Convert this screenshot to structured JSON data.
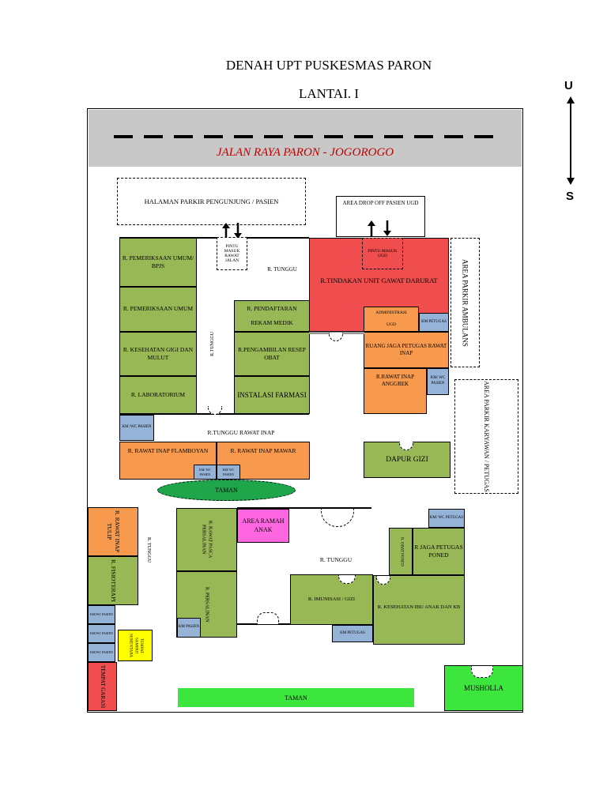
{
  "title": "DENAH UPT PUSKESMAS PARON",
  "subtitle": "LANTAI. I",
  "compass": {
    "north": "U",
    "south": "S"
  },
  "road": "JALAN RAYA PARON - JOGOROGO",
  "areas": {
    "parking_visitor": "HALAMAN PARKIR PENGUNJUNG / PASIEN",
    "drop_off": "AREA DROP OFF PASIEN UGD",
    "entrance_outpatient": "PINTU MASUK RAWAT JALAN",
    "entrance_ugd": "PINTU MASUK UGD",
    "parking_ambulance": "AREA PARKIR AMBULANS",
    "parking_staff": "AREA PARKIR KARYAWAN / PETUGAS"
  },
  "rooms": {
    "umum_bpjs": "R. PEMERIKSAAN UMUM/ BPJS",
    "umum": "R. PEMERIKSAAN UMUM",
    "gigi": "R. KESEHATAN GIGI DAN MULUT",
    "lab": "R. LABORATORIUM",
    "tunggu1": "R. TUNGGU",
    "tunggu_vert": "R.TUNGGU",
    "pendaftaran": "R. PENDAFTARAN",
    "rekam_medik": "REKAM MEDIK",
    "resep": "R.PENGAMBILAN RESEP OBAT",
    "farmasi": "INSTALASI FARMASI",
    "ugd": "R.TINDAKAN UNIT GAWAT DARURAT",
    "administrasi": "ADMINISTRASI",
    "ugd_label": "UGD",
    "km_petugas": "KM PETUGAS",
    "jaga_inap": "RUANG JAGA PETUGAS RAWAT INAP",
    "anggrek": "R.RAWAT INAP ANGGREK",
    "km_pasien": "KM/ WC PASIEN",
    "km_wc_pasien": "KM /WC PASIEN",
    "tunggu_inap": "R.TUNGGU RAWAT INAP",
    "flamboyan": "R. RAWAT INAP FLAMBOYAN",
    "mawar": "R. RAWAT INAP MAWAR",
    "km_wc_pasien_small": "KM/ WC PASIEN",
    "dapur": "DAPUR GIZI",
    "taman1": "TAMAN",
    "tulip": "R. RAWAT INAP TULIP",
    "fisioterapi": "R. FISIOTERAPI",
    "tunggu_left": "R. TUNGGU",
    "km_small": "KM/WC PASIEN",
    "tps": "TEMPAT SAMPAH SEMENTARA",
    "garasi": "TEMPAT GARASI",
    "nifas": "R. RAWAT PASCA PERSALINAN",
    "persalinan": "R. PERSALINAN",
    "km_pasien2": "KM PASIEN",
    "ramah_anak": "AREA RAMAH ANAK",
    "tunggu2": "R. TUNGGU",
    "imunisasi": "R. IMUNISASI / GIZI",
    "km_petugas2": "KM PETUGAS",
    "km_wc_petugas": "KM/ WC PETUGAS",
    "obat_ruang": "R. OBAT PONED",
    "jaga_poned": "R JAGA PETUGAS PONED",
    "kia": "R. KESEHATAN IBU ANAK DAN KB",
    "taman2": "TAMAN",
    "musholla": "MUSHOLLA"
  },
  "colors": {
    "green": "#98b856",
    "orange": "#f79a4e",
    "blue": "#95b3d7",
    "red": "#f04e4e",
    "pink": "#ff66e0",
    "yellow": "#ffff00",
    "bright_green": "#3ce63c",
    "garden": "#1fa64a",
    "road": "#c8c8c8",
    "road_text": "#c00000"
  }
}
